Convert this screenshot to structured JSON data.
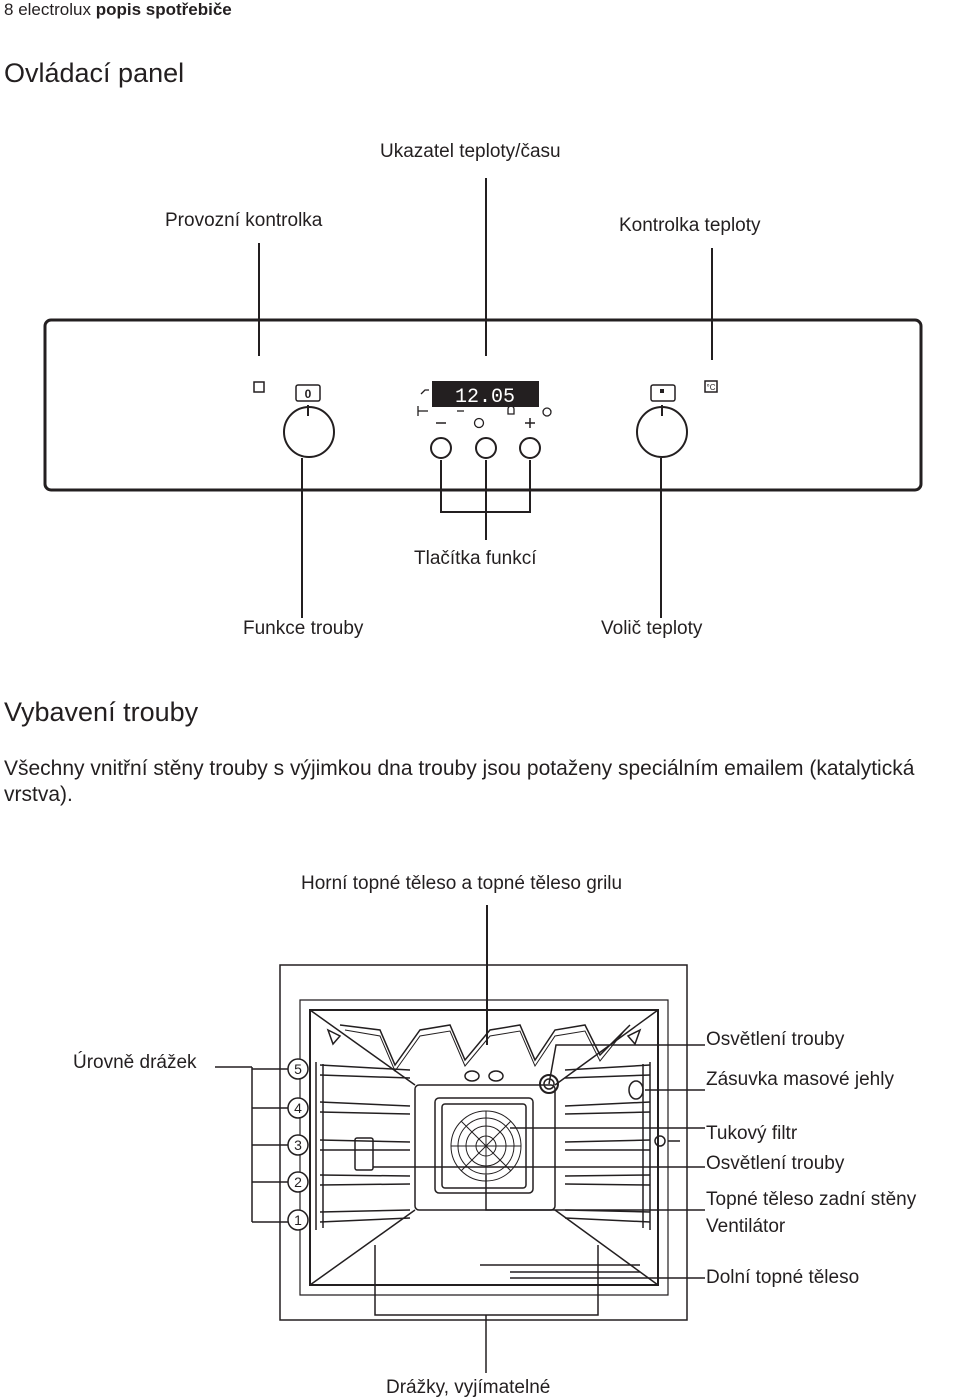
{
  "header": {
    "page_number": "8",
    "brand": "electrolux",
    "doc_title": "popis spotřebiče"
  },
  "section1": {
    "title": "Ovládací panel",
    "labels": {
      "temp_time_display": "Ukazatel teploty/času",
      "operating_light": "Provozní kontrolka",
      "temperature_light": "Kontrolka teploty",
      "function_buttons": "Tlačítka funkcí",
      "oven_functions": "Funkce trouby",
      "temperature_selector": "Volič teploty"
    },
    "panel": {
      "display_value": "12.05",
      "knob_left_mark": "0",
      "unit_icon": "°C"
    }
  },
  "section2": {
    "title": "Vybavení trouby",
    "paragraph": "Všechny vnitřní stěny trouby s výjimkou dna trouby jsou potaženy speciálním emailem (katalytická vrstva).",
    "labels": {
      "top_heating": "Horní topné těleso a topné těleso grilu",
      "shelf_levels": "Úrovně drážek",
      "oven_light_1": "Osvětlení trouby",
      "meat_probe_socket": "Zásuvka masové jehly",
      "fat_filter": "Tukový filtr",
      "oven_light_2": "Osvětlení trouby",
      "rear_heating": "Topné těleso zadní stěny",
      "fan": "Ventilátor",
      "bottom_heating": "Dolní topné těleso",
      "removable_runners": "Drážky, vyjímatelné"
    },
    "levels": [
      "5",
      "4",
      "3",
      "2",
      "1"
    ]
  }
}
